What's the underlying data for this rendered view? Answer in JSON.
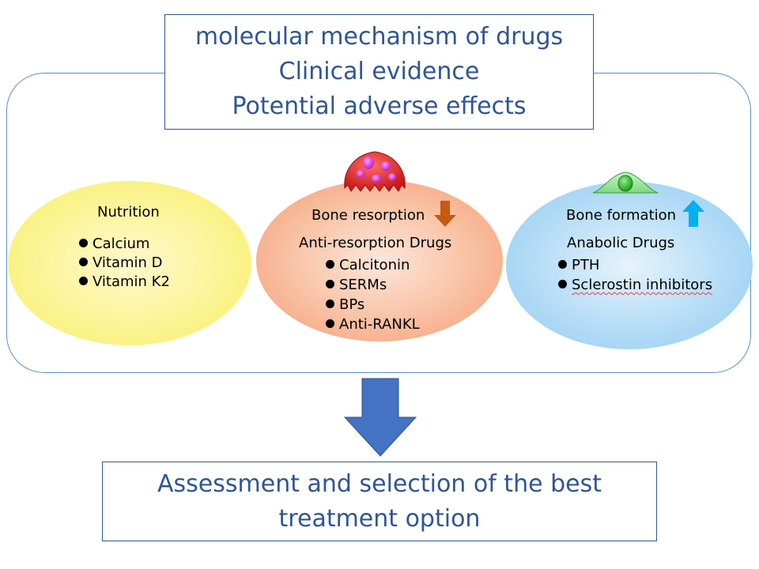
{
  "top_box": {
    "line1": "molecular mechanism of drugs",
    "line2": "Clinical evidence",
    "line3": "Potential adverse effects"
  },
  "nutrition": {
    "title": "Nutrition",
    "items": [
      "Calcium",
      "Vitamin D",
      "Vitamin K2"
    ]
  },
  "resorption": {
    "title": "Bone resorption",
    "subtitle": "Anti-resorption Drugs",
    "items": [
      "Calcitonin",
      "SERMs",
      "BPs",
      "Anti-RANKL"
    ],
    "arrow_color": "#c55a11",
    "arrow_direction": "down"
  },
  "formation": {
    "title": "Bone formation",
    "subtitle": "Anabolic Drugs",
    "items": [
      "PTH",
      "Sclerostin inhibitors"
    ],
    "arrow_color": "#00b0f0",
    "arrow_direction": "up"
  },
  "bottom_box": {
    "line1": "Assessment and selection of the best",
    "line2": "treatment option"
  },
  "colors": {
    "text_blue": "#2f5597",
    "big_arrow": "#4472c4",
    "nutrition_fill": "#f6ef64",
    "resorption_fill": "#f59a74",
    "formation_fill": "#8ecbf1",
    "osteoclast": "#e02020",
    "osteoclast_nuclei": "#e040e0",
    "osteoblast": "#66dd66"
  }
}
